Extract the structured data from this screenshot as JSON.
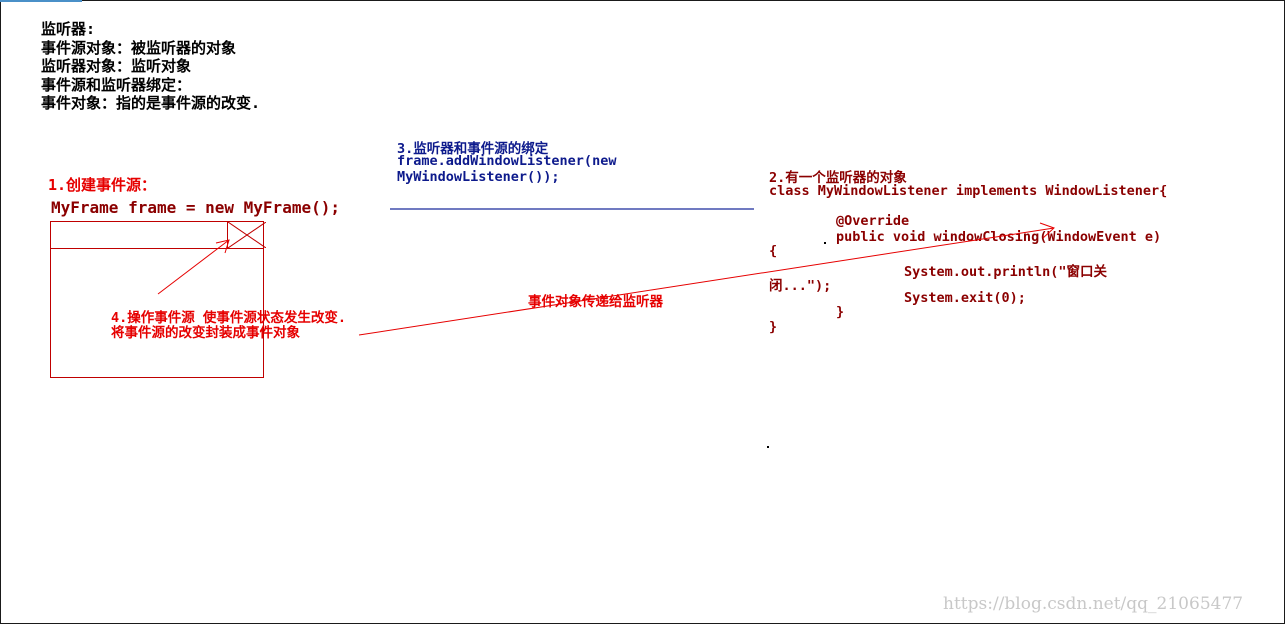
{
  "definitions": [
    "监听器:",
    "事件源对象：被监听器的对象",
    "监听器对象：监听对象",
    "事件源和监听器绑定：",
    "事件对象：指的是事件源的改变."
  ],
  "step1": {
    "title": "1.创建事件源：",
    "code": "MyFrame frame = new MyFrame();"
  },
  "step2": {
    "title": "2.有一个监听器的对象",
    "class_line": "class MyWindowListener implements WindowListener{",
    "override": "@Override",
    "method": "public void windowClosing(WindowEvent e)",
    "open_brace": "{",
    "println_a": "System.out.println(\"窗口关",
    "println_b": "闭...\");",
    "exit": "System.exit(0);",
    "inner_close": "}",
    "outer_close": "}"
  },
  "step3": {
    "title": "3.监听器和事件源的绑定",
    "code_a": "frame.addWindowListener(new",
    "code_b": "MyWindowListener());"
  },
  "step4": {
    "line_a": "4.操作事件源 使事件源状态发生改变.",
    "line_b": "将事件源的改变封装成事件对象"
  },
  "arrow_label": "事件对象传递给监听器",
  "watermark": "https://blog.csdn.net/qq_21065477",
  "colors": {
    "red": "#e60000",
    "navy": "#0d1a8c",
    "dark_red": "#8b0000",
    "frame": "#c00000",
    "binding_line": "#1a2a9c"
  }
}
